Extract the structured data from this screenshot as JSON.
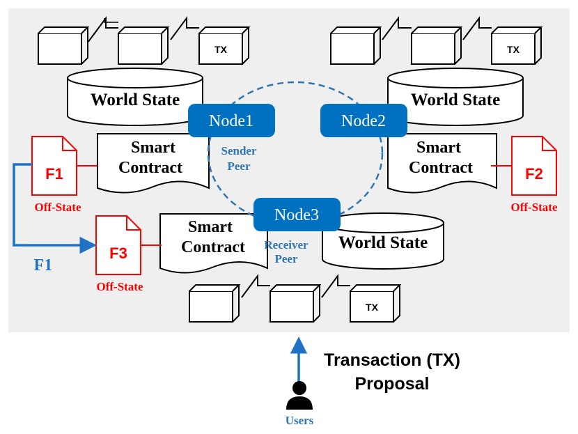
{
  "colors": {
    "background_panel": "#efefef",
    "node_fill": "#0070c0",
    "node_text": "#ffffff",
    "peer_text": "#2e75b6",
    "file_red": "#ff0000",
    "arrow_blue": "#1f72c4",
    "black": "#000000"
  },
  "blocks": {
    "tx_label": "TX"
  },
  "world_state": {
    "label": "World State"
  },
  "smart_contract": {
    "line1": "Smart",
    "line2": "Contract"
  },
  "nodes": {
    "node1": "Node1",
    "node2": "Node2",
    "node3": "Node3"
  },
  "peers": {
    "sender_line1": "Sender",
    "sender_line2": "Peer",
    "receiver_line1": "Receiver",
    "receiver_line2": "Peer"
  },
  "files": {
    "f1": "F1",
    "f2": "F2",
    "f3": "F3",
    "off_state": "Off-State",
    "transfer_label": "F1"
  },
  "proposal": {
    "line1": "Transaction (TX)",
    "line2": "Proposal"
  },
  "users": {
    "label": "Users",
    "icon": "user-icon"
  }
}
